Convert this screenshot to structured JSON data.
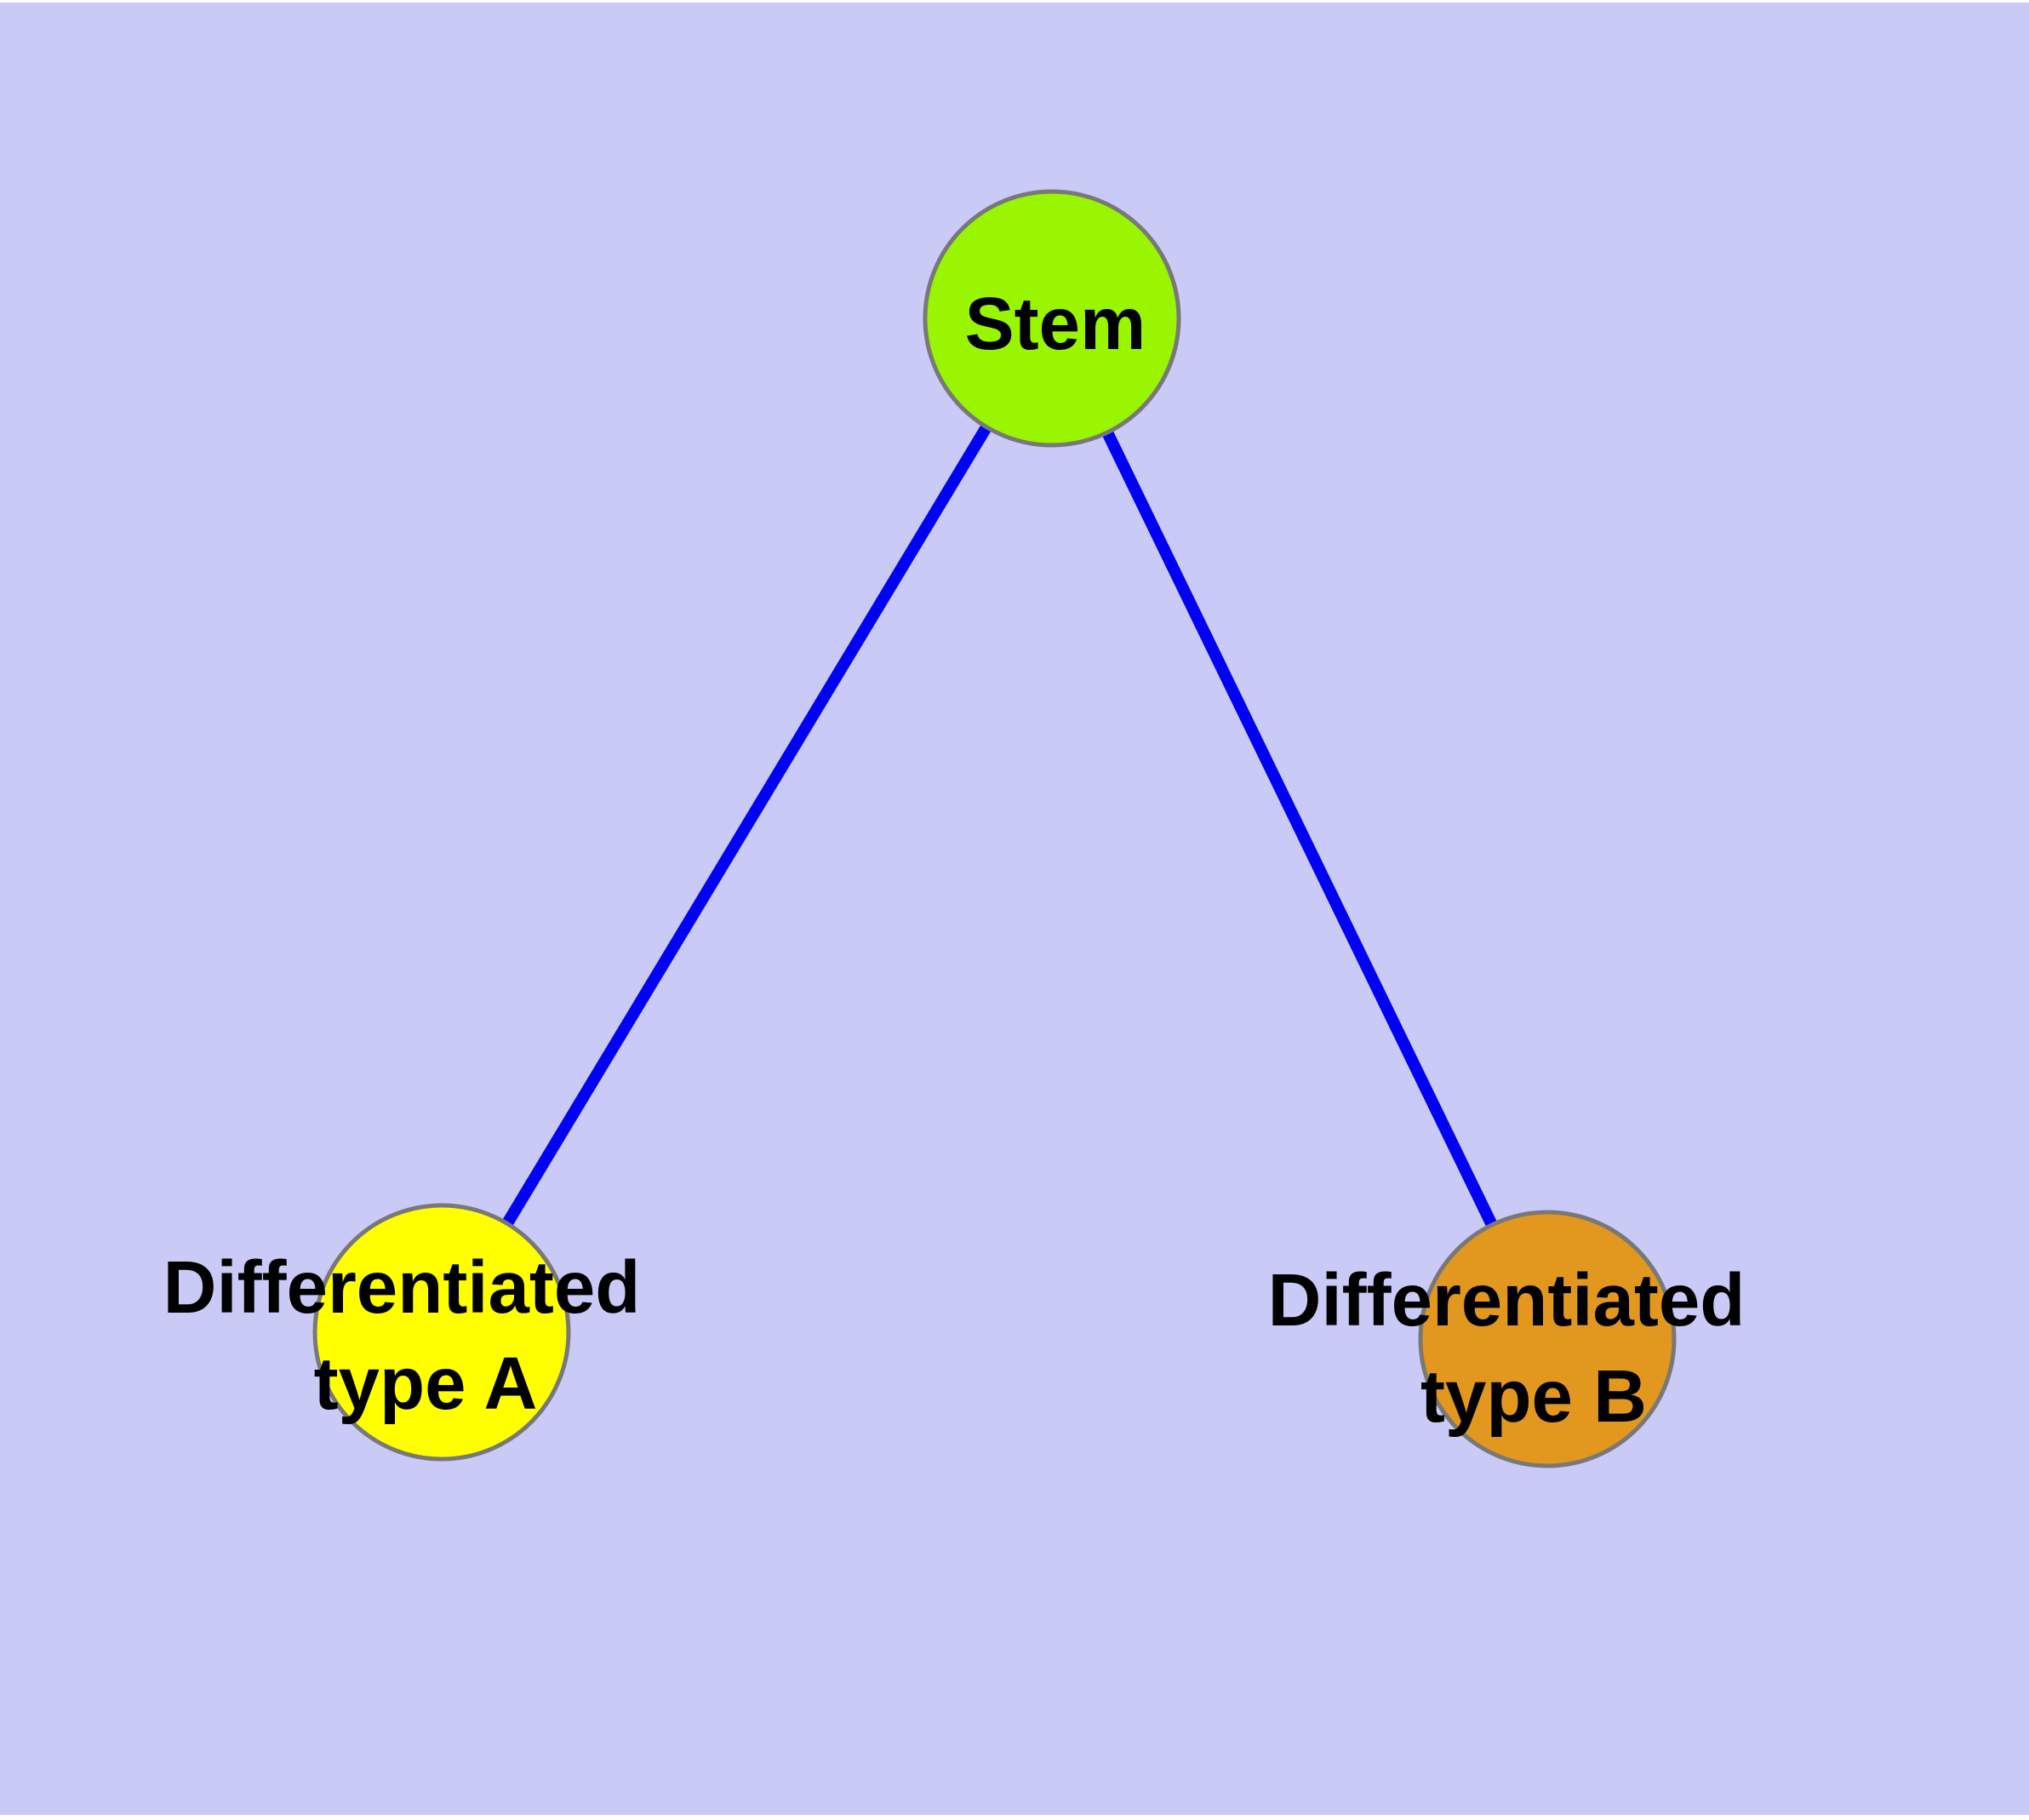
{
  "graph": {
    "background_color": "#cacaf7",
    "page_margin_color": "#ffffff",
    "edge_color": "#0202f2",
    "node_border_color": "#787878",
    "label_color": "#000000",
    "nodes": [
      {
        "id": "stem",
        "label": "Stem",
        "line1": "Stem",
        "line2": "",
        "fill": "#99f500"
      },
      {
        "id": "differentiated-type-a",
        "label": "Differentiated type A",
        "line1": "Differentiated",
        "line2": "type A",
        "fill": "#ffff00"
      },
      {
        "id": "differentiated-type-b",
        "label": "Differentiated type B",
        "line1": "Differentiated",
        "line2": "type B",
        "fill": "#e2971f"
      }
    ],
    "edges": [
      {
        "from": "Stem",
        "to": "Differentiated type A"
      },
      {
        "from": "Stem",
        "to": "Differentiated type B"
      }
    ]
  }
}
